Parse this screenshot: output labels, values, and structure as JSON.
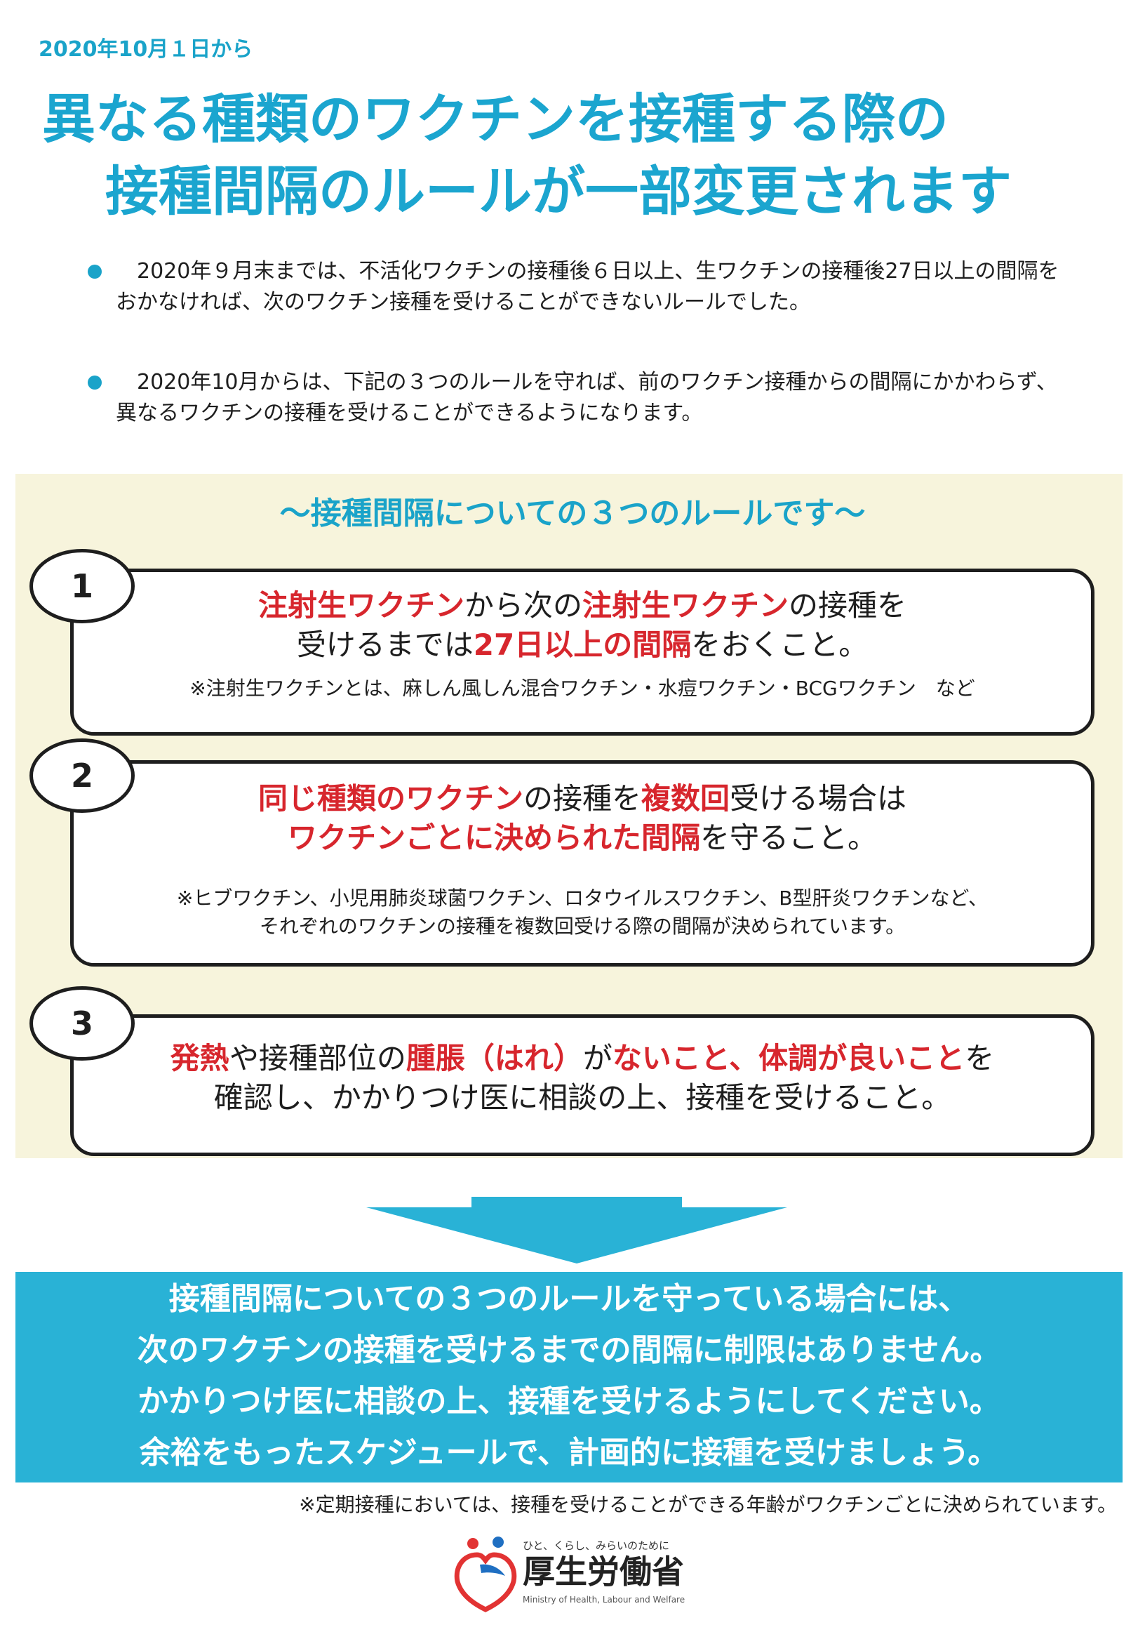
{
  "date_label": "2020年10月１日から",
  "title": {
    "line1": "異なる種類のワクチンを接種する際の",
    "line2": "接種間隔のルールが一部変更されます"
  },
  "bullets": [
    "2020年９月末までは、不活化ワクチンの接種後６日以上、生ワクチンの接種後27日以上の間隔をおかなければ、次のワクチン接種を受けることができないルールでした。",
    "2020年10月からは、下記の３つのルールを守れば、前のワクチン接種からの間隔にかかわらず、異なるワクチンの接種を受けることができるようになります。"
  ],
  "rules_heading": "～接種間隔についての３つのルールです～",
  "rules": [
    {
      "number": "1",
      "line1": [
        {
          "t": "注射生ワクチン",
          "red": true
        },
        {
          "t": "から次の",
          "red": false
        },
        {
          "t": "注射生ワクチン",
          "red": true
        },
        {
          "t": "の接種を",
          "red": false
        }
      ],
      "line2": [
        {
          "t": "受けるまでは",
          "red": false
        },
        {
          "t": "27日以上の間隔",
          "red": true
        },
        {
          "t": "をおくこと。",
          "red": false
        }
      ],
      "note": [
        "※注射生ワクチンとは、麻しん風しん混合ワクチン・水痘ワクチン・BCGワクチン　など"
      ]
    },
    {
      "number": "2",
      "line1": [
        {
          "t": "同じ種類のワクチン",
          "red": true
        },
        {
          "t": "の接種を",
          "red": false
        },
        {
          "t": "複数回",
          "red": true
        },
        {
          "t": "受ける場合は",
          "red": false
        }
      ],
      "line2": [
        {
          "t": "ワクチンごとに決められた間隔",
          "red": true
        },
        {
          "t": "を守ること。",
          "red": false
        }
      ],
      "note": [
        "※ヒブワクチン、小児用肺炎球菌ワクチン、ロタウイルスワクチン、B型肝炎ワクチンなど、",
        "それぞれのワクチンの接種を複数回受ける際の間隔が決められています。"
      ]
    },
    {
      "number": "3",
      "line1": [
        {
          "t": "発熱",
          "red": true
        },
        {
          "t": "や接種部位の",
          "red": false
        },
        {
          "t": "腫脹（はれ）",
          "red": true
        },
        {
          "t": "が",
          "red": false
        },
        {
          "t": "ないこと、体調が良いこと",
          "red": true
        },
        {
          "t": "を",
          "red": false
        }
      ],
      "line2": [
        {
          "t": "確認し、かかりつけ医に相談の上、接種を受けること。",
          "red": false
        }
      ],
      "note": []
    }
  ],
  "summary_lines": [
    "接種間隔についての３つのルールを守っている場合には、",
    "次のワクチンの接種を受けるまでの間隔に制限はありません。",
    "かかりつけ医に相談の上、接種を受けるようにしてください。",
    "余裕をもったスケジュールで、計画的に接種を受けましょう。"
  ],
  "footnote": "※定期接種においては、接種を受けることができる年齢がワクチンごとに決められています。",
  "logo": {
    "tagline": "ひと、くらし、みらいのために",
    "name": "厚生労働省",
    "english": "Ministry of Health, Labour and Welfare"
  },
  "colors": {
    "accent": "#1aa3c9",
    "red": "#d7262d",
    "panel": "#f7f4dc",
    "summary_bg": "#29b2d6"
  }
}
